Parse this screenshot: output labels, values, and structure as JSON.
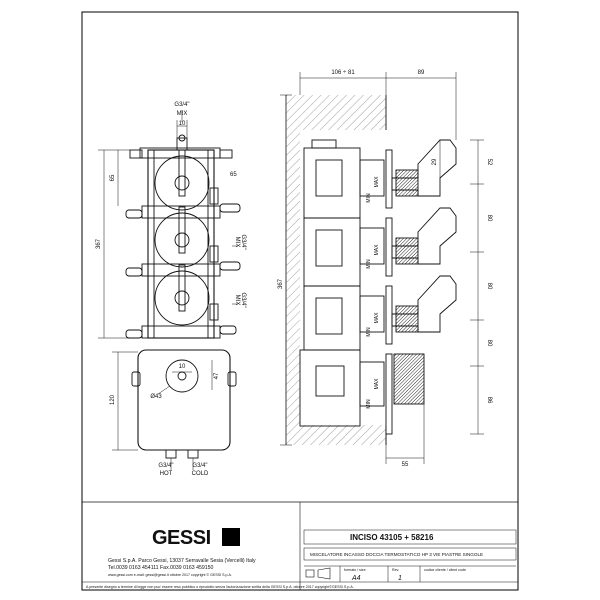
{
  "brand": {
    "logo": "GESSI"
  },
  "front_view": {
    "labels": {
      "mix_top_size": "G3/4\"",
      "mix_top_name": "MIX",
      "mix_mid_size": "G3/4\"",
      "mix_mid_name": "MIX",
      "mix_low_size": "G3/4\"",
      "mix_low_name": "MIX",
      "hot_size": "G3/4\"",
      "hot_name": "HOT",
      "cold_size": "G3/4\"",
      "cold_name": "COLD"
    },
    "dimensions": {
      "top_offset": "10",
      "height_top": "65",
      "width_top": "65",
      "total_height": "367",
      "lower_height": "120",
      "knob_offset": "10",
      "knob_height": "47",
      "knob_diameter": "Ø43"
    }
  },
  "side_view": {
    "dimensions": {
      "depth_range": "106 ÷ 81",
      "handle_depth": "89",
      "handle_width": "29",
      "spacing_1": "52",
      "spacing_2": "80",
      "spacing_3": "80",
      "spacing_4": "80",
      "spacing_5": "86",
      "bottom_width": "55"
    },
    "labels": {
      "max": "MAX",
      "min": "MIN"
    }
  },
  "title_block": {
    "product": "INCISO  43105 + 58216",
    "description": "MISCELATORE INCASSO DOCCIA TERMOSTATICO HP 3 VIE PIASTRE SINGOLE",
    "company_line1": "Gessi S.p.A. Parco Gessi, 13037 Serravalle Sesia (Vercelli) Italy",
    "company_line2": "Tel.0039  0163  454111  Fax.0039  0163  459150",
    "company_line3": "www.gessi.com  e-mail: gessi@gessi.it   ottobre  2017   copyright © GESSI S.p.A.",
    "format_label": "formato / size",
    "format_value": "A4",
    "rev_label": "Rev.",
    "rev_value": "1",
    "code_label": "codice cliente / client code",
    "code_value": "",
    "footer": "A presente disegno a termine di legge non puo' essere reso pubblico o riprodotto senza l'autorizzazione scritta della GESSI S.p.A.     ottobre 2017     copyright©GESSI S.p.A."
  }
}
